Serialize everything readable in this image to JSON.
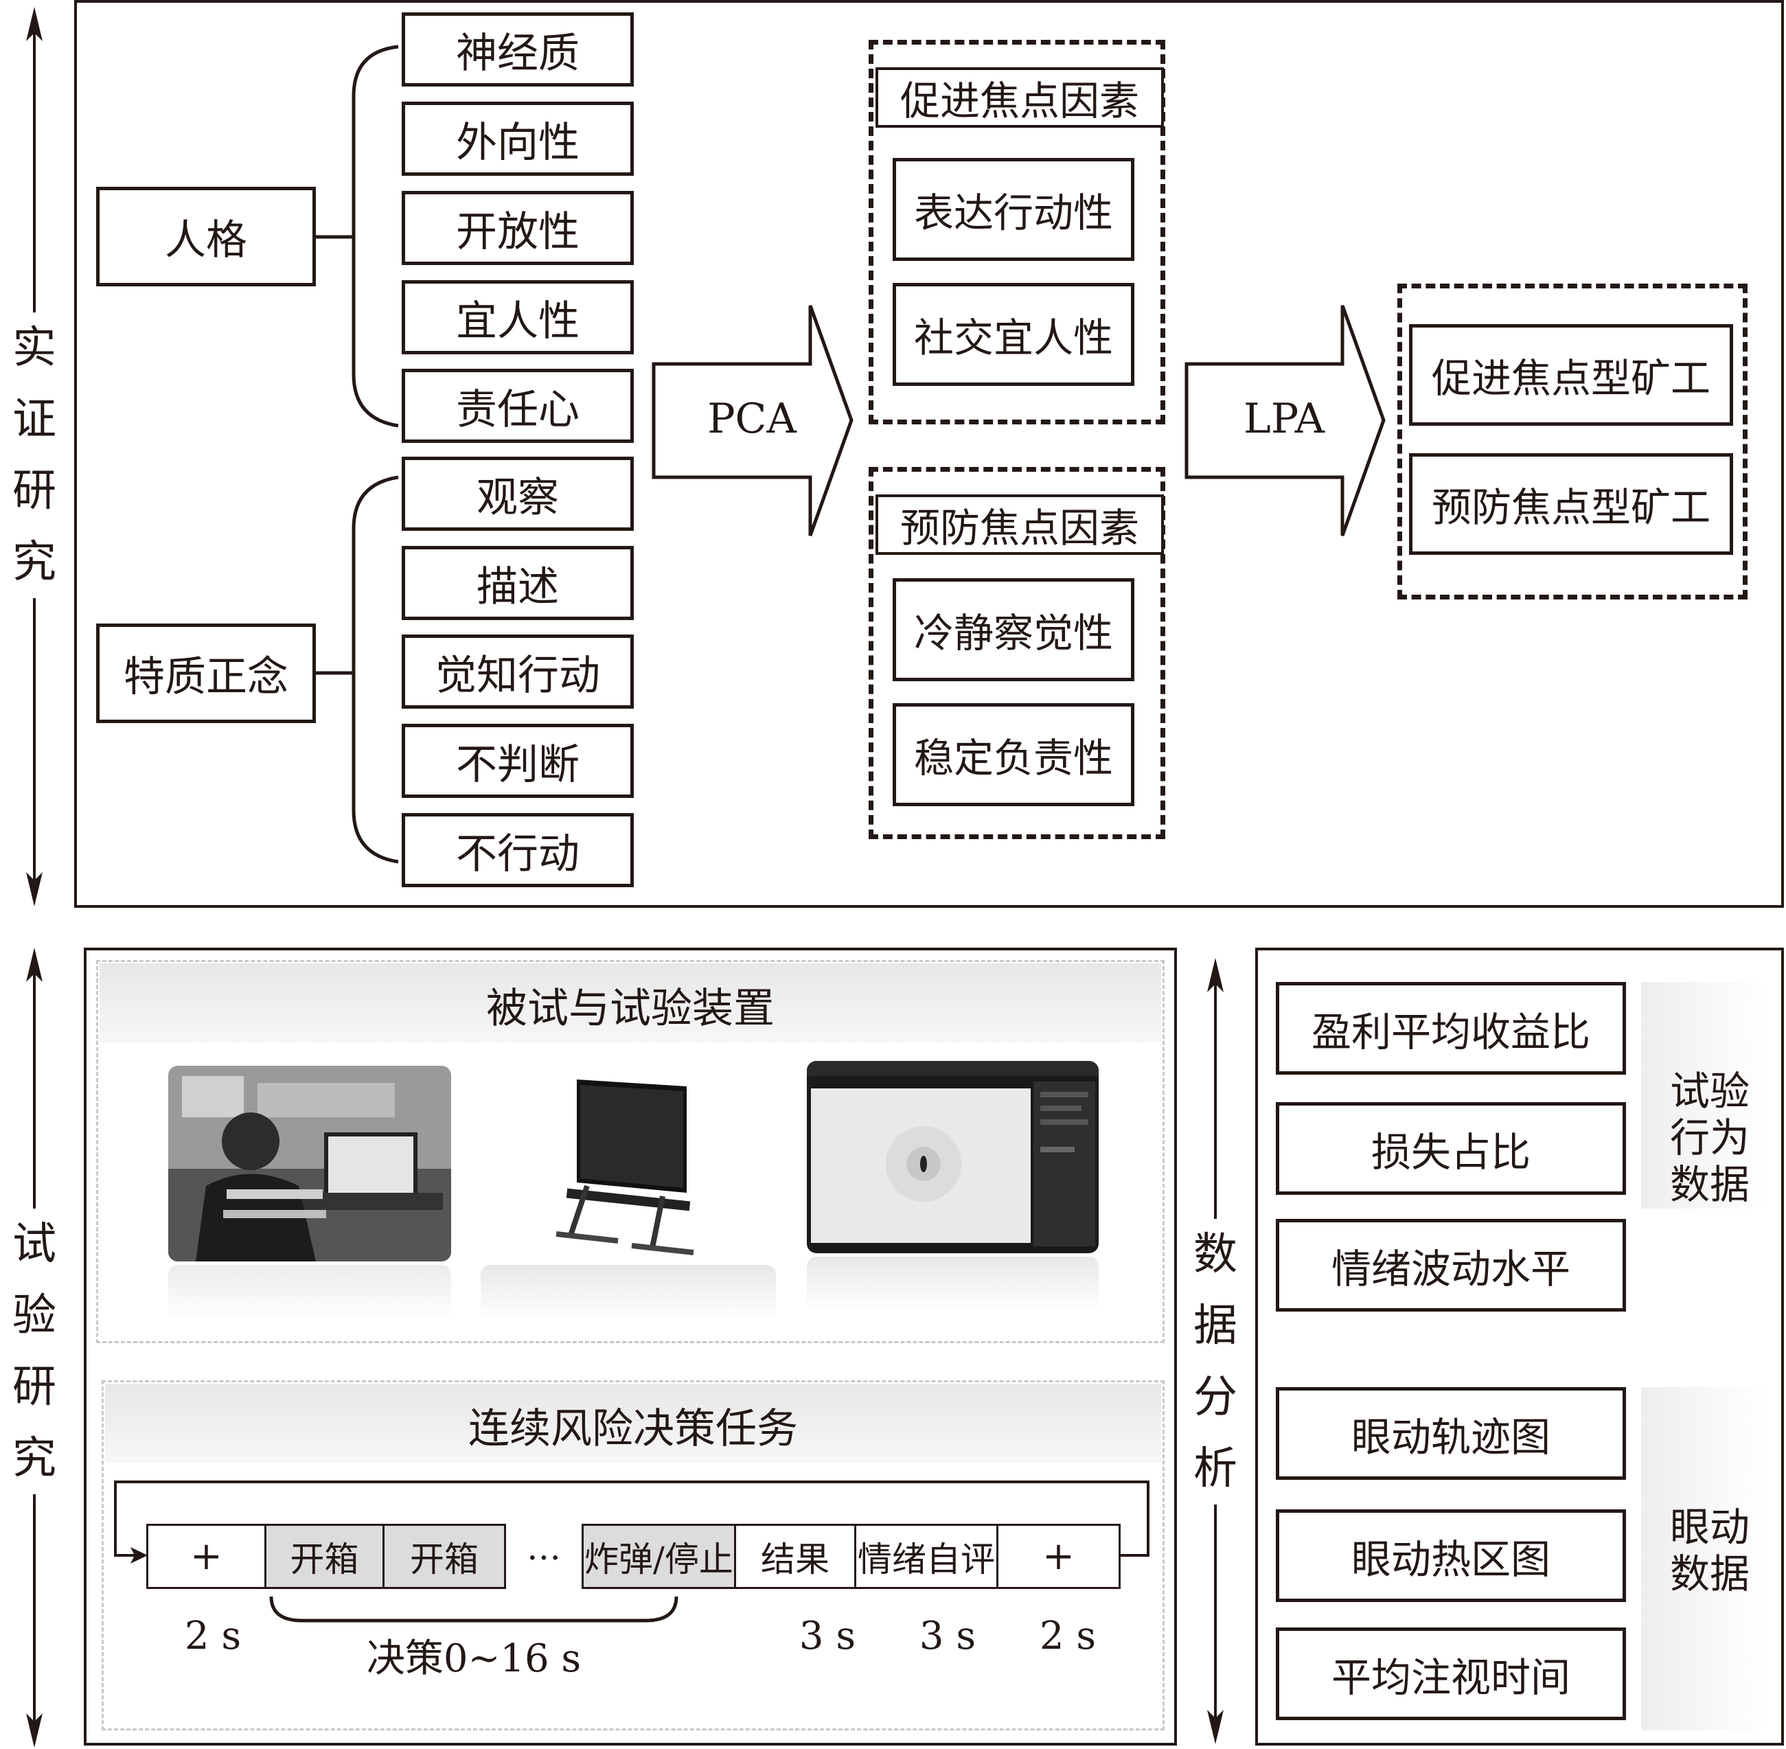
{
  "left_labels": {
    "empirical": [
      "实",
      "证",
      "研",
      "究"
    ],
    "experimental": [
      "试",
      "验",
      "研",
      "究"
    ]
  },
  "personality": {
    "label": "人格",
    "traits": [
      "神经质",
      "外向性",
      "开放性",
      "宜人性",
      "责任心"
    ]
  },
  "mindfulness": {
    "label": "特质正念",
    "facets": [
      "观察",
      "描述",
      "觉知行动",
      "不判断",
      "不行动"
    ]
  },
  "pca": {
    "label": "PCA"
  },
  "promotion_factors": {
    "title": "促进焦点因素",
    "items": [
      "表达行动性",
      "社交宜人性"
    ]
  },
  "prevention_factors": {
    "title": "预防焦点因素",
    "items": [
      "冷静察觉性",
      "稳定负责性"
    ]
  },
  "lpa": {
    "label": "LPA"
  },
  "miner_types": [
    "促进焦点型矿工",
    "预防焦点型矿工"
  ],
  "experiment": {
    "setup_title": "被试与试验装置",
    "task_title": "连续风险决策任务",
    "timeline": [
      "+",
      "开箱",
      "开箱",
      "…",
      "炸弹/停止",
      "结果",
      "情绪自评",
      "+"
    ],
    "durations": [
      "2 s",
      "决策0~16 s",
      "3 s",
      "3 s",
      "2 s"
    ]
  },
  "analysis": {
    "title": [
      "数",
      "据",
      "分",
      "析"
    ],
    "behavior_items": [
      "盈利平均收益比",
      "损失占比",
      "情绪波动水平"
    ],
    "behavior_label": [
      "试验",
      "行为",
      "数据"
    ],
    "eye_items": [
      "眼动轨迹图",
      "眼动热区图",
      "平均注视时间"
    ],
    "eye_label": [
      "眼动",
      "数据"
    ]
  },
  "colors": {
    "ink": "#231815",
    "light_dash": "#c8c8c8",
    "band_gray": "#e7e7e7",
    "step_gray": "#dcdcdc"
  }
}
